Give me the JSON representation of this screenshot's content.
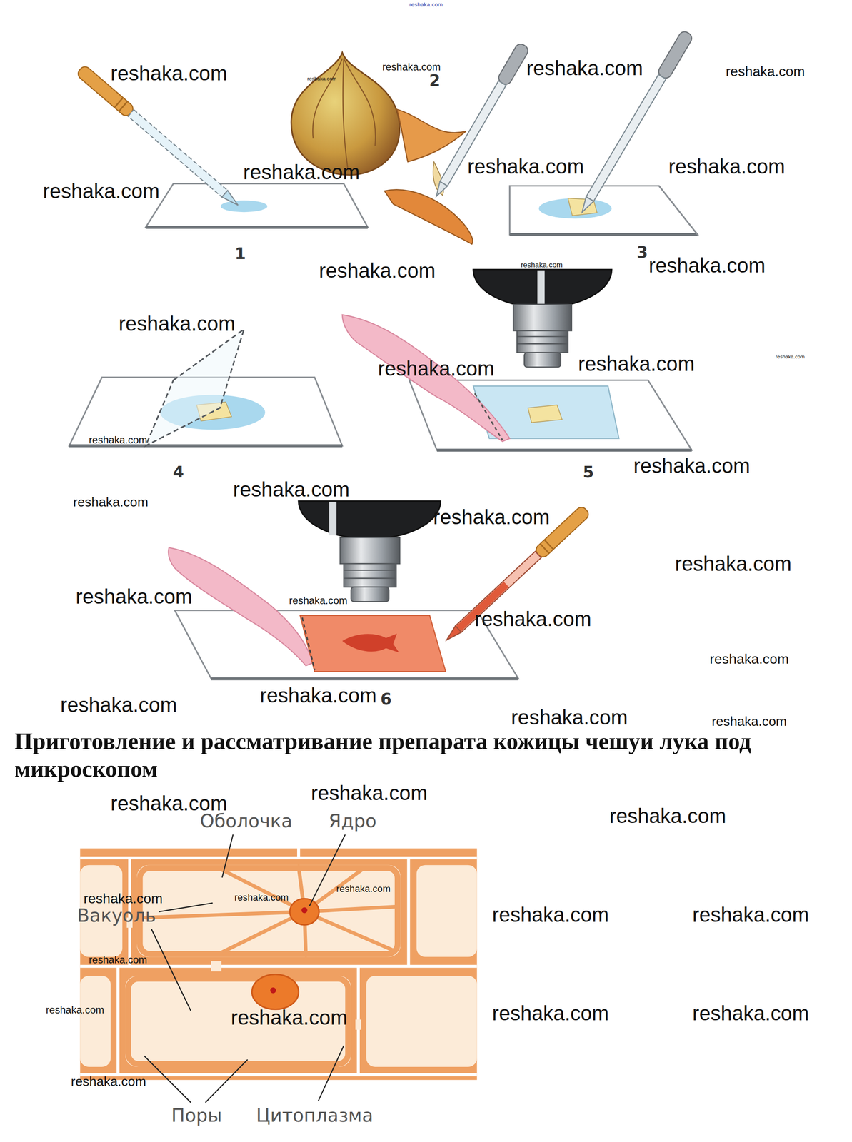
{
  "diagram": {
    "title": "Приготовление и рассматривание препарата кожицы чешуи лука под микроскопом",
    "labels": [
      "reshaka.com",
      "reshaka.com",
      "reshaka.com",
      "reshaka.com",
      "reshaka.com",
      "reshaka.com",
      "2",
      "reshaka.com",
      "reshaka.com",
      "reshaka.com",
      "reshaka.com",
      "1",
      "3",
      "reshaka.com",
      "reshaka.com",
      "reshaka.com",
      "reshaka.com",
      "reshaka.com",
      "reshaka.com",
      "reshaka.com",
      "reshaka.com",
      "reshaka.com",
      "4",
      "5",
      "reshaka.com",
      "reshaka.com",
      "reshaka.com",
      "reshaka.com",
      "reshaka.com",
      "reshaka.com",
      "reshaka.com",
      "reshaka.com",
      "reshaka.com",
      "6",
      "reshaka.com",
      "reshaka.com",
      "reshaka.com",
      "reshaka.com",
      "reshaka.com",
      "reshaka.com",
      "Оболочка",
      "Ядро",
      "reshaka.com",
      "reshaka.com",
      "reshaka.com",
      "reshaka.com",
      "reshaka.com",
      "Вакуоль",
      "reshaka.com",
      "reshaka.com",
      "reshaka.com",
      "reshaka.com",
      "reshaka.com",
      "reshaka.com",
      "Поры",
      "Цитоплазма"
    ]
  }
}
